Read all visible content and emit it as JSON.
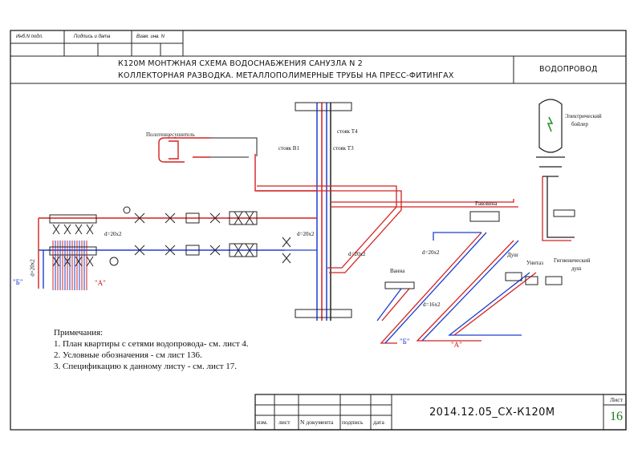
{
  "stamp_top": {
    "inv_podl": "Инб.N подл.",
    "podpis_data": "Подпись и дата",
    "vzam_inv": "Взам. инв. N"
  },
  "header": {
    "line1": "К120М  МОНТЖНАЯ СХЕМА ВОДОСНАБЖЕНИЯ САНУЗЛА N 2",
    "line2": "КОЛЛЕКТОРНАЯ РАЗВОДКА. МЕТАЛЛОПОЛИМЕРНЫЕ ТРУБЫ НА ПРЕСС-ФИТИНГАХ",
    "section": "ВОДОПРОВОД"
  },
  "labels": {
    "towel_dryer": "Полотенцесушитель",
    "boiler_1": "Электрический",
    "boiler_2": "бойлер",
    "sink": "Раковина",
    "bath": "Ванна",
    "shower": "Душ",
    "toilet": "Унитаз",
    "hyg_shower_1": "Гигиенический",
    "hyg_shower_2": "душ",
    "riser_t4": "стояк Т4",
    "riser_t3": "стояк Т3",
    "riser_b1": "стояк В1",
    "d20x2_a": "d=20x2",
    "d20x2_b": "d=20x2",
    "d20x2_c": "d=20x2",
    "d20x2_d": "d=20x2",
    "d20x2_e": "d=20x2",
    "d16x2": "d=16x2",
    "b_left": "\"Б\"",
    "a_left": "\"А\"",
    "b_right": "\"Б\"",
    "a_right": "\"А\""
  },
  "notes": {
    "title": "Примечания:",
    "items": [
      "1. План квартиры с сетями водопровода-  см. лист 4.",
      "2. Условные обозначения - см лист 136.",
      "3. Спецификацию  к данному листу - см. лист 17."
    ]
  },
  "title_block": {
    "code": "2014.12.05_СХ-К120М",
    "sheet_label": "Лист",
    "sheet_no": "16",
    "cols": [
      "изм.",
      "лист",
      "N документа",
      "подпись",
      "дата"
    ]
  },
  "colors": {
    "hot": "#d42020",
    "cold": "#1e3fcf",
    "line": "#111111",
    "pos": "#1a8f1a"
  }
}
